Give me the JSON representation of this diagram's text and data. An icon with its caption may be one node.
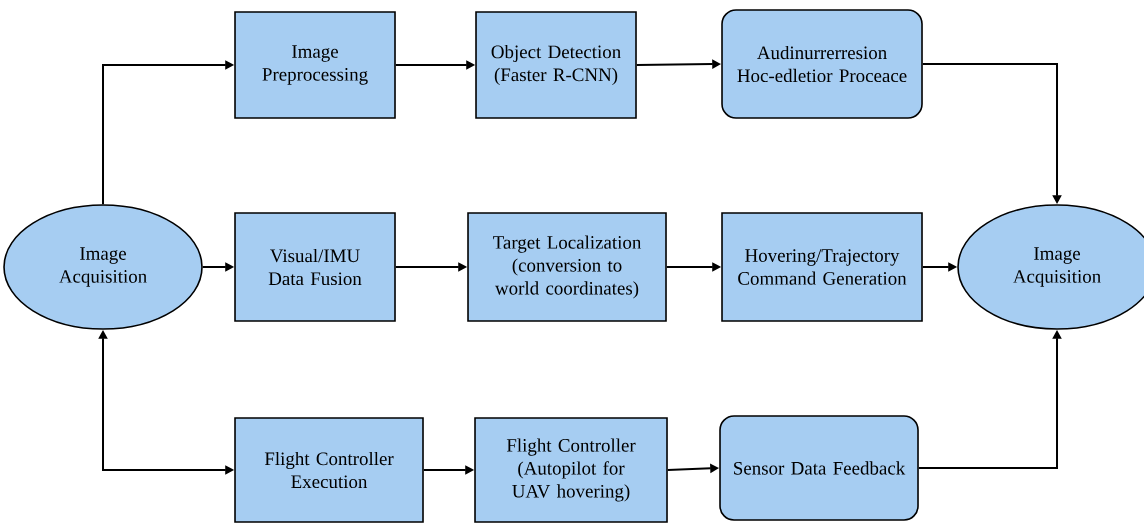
{
  "diagram": {
    "nodes": [
      {
        "text": [
          "Image Acquisition"
        ]
      },
      {
        "text": [
          "Image Preprocessing"
        ]
      },
      {
        "text": [
          "Object Detection (Faster R-CNN)"
        ]
      },
      {
        "text": [
          "Audinurrerresion Hoc-edletior Proceace"
        ]
      },
      {
        "text": [
          "Visual/IMU Data Fusion"
        ]
      },
      {
        "text": [
          "Target Localization (conversion to world coordinates)"
        ]
      },
      {
        "text": [
          "Hovering/Trajectory Command Generation"
        ]
      },
      {
        "text": [
          "Image Acquisition"
        ]
      },
      {
        "text": [
          "Flight Controller Execution"
        ]
      },
      {
        "text": [
          "Flight Controller (Autopilot for UAV hovering)"
        ]
      },
      {
        "text": [
          "Sensor Data Feedback"
        ]
      }
    ],
    "edges": [
      {
        "from": 0,
        "to": 1,
        "arrow": "to"
      },
      {
        "from": 1,
        "to": 2,
        "arrow": "to"
      },
      {
        "from": 2,
        "to": 3,
        "arrow": "to"
      },
      {
        "from": 3,
        "to": 7,
        "arrow": "to"
      },
      {
        "from": 0,
        "to": 4,
        "arrow": "to"
      },
      {
        "from": 4,
        "to": 5,
        "arrow": "to"
      },
      {
        "from": 5,
        "to": 6,
        "arrow": "to"
      },
      {
        "from": 6,
        "to": 7,
        "arrow": "to"
      },
      {
        "from": 0,
        "to": 8,
        "arrow": "both"
      },
      {
        "from": 8,
        "to": 9,
        "arrow": "to"
      },
      {
        "from": 9,
        "to": 10,
        "arrow": "to"
      },
      {
        "from": 10,
        "to": 7,
        "arrow": "to"
      }
    ]
  }
}
